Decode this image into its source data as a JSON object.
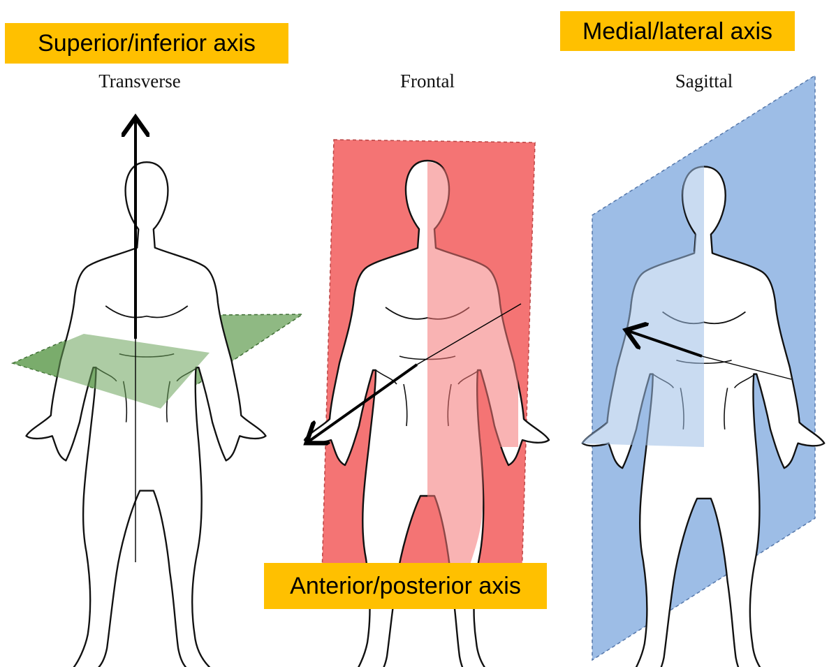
{
  "labels": {
    "superior_inferior": "Superior/inferior axis",
    "medial_lateral": "Medial/lateral axis",
    "anterior_posterior": "Anterior/posterior axis"
  },
  "planes": {
    "transverse": "Transverse",
    "frontal": "Frontal",
    "sagittal": "Sagittal"
  },
  "colors": {
    "label_bg": "#ffc000",
    "transverse_plane": "#6aa25a",
    "frontal_plane": "#f47474",
    "sagittal_plane": "#9dbde6",
    "outline": "#111111"
  }
}
